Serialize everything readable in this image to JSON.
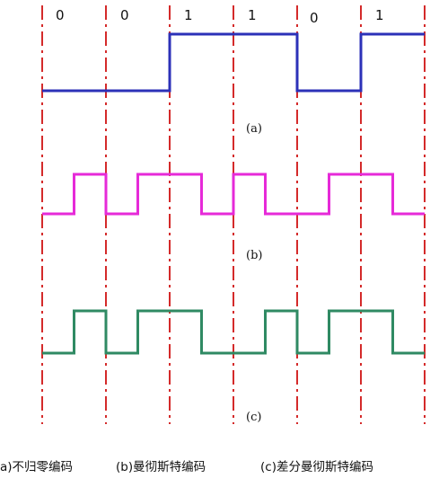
{
  "bits": [
    "0",
    "0",
    "1",
    "1",
    "0",
    "1"
  ],
  "panels": [
    {
      "id": "a",
      "label": "(a)",
      "color": "#2c31b8",
      "encoding": "nrz"
    },
    {
      "id": "b",
      "label": "(b)",
      "color": "#e62ad8",
      "encoding": "manchester"
    },
    {
      "id": "c",
      "label": "(c)",
      "color": "#2f8a63",
      "encoding": "differential-manchester"
    }
  ],
  "captions": [
    "a)不归零编码",
    "(b)曼彻斯特编码",
    "(c)差分曼彻斯特编码"
  ],
  "colors": {
    "divider": "#d42a2a",
    "background": "#ffffff"
  },
  "levels": {
    "a": [
      0,
      0,
      1,
      1,
      0,
      1
    ],
    "b": [
      [
        0,
        1
      ],
      [
        0,
        1
      ],
      [
        1,
        0
      ],
      [
        1,
        0
      ],
      [
        0,
        1
      ],
      [
        1,
        0
      ]
    ],
    "c": [
      [
        0,
        1
      ],
      [
        0,
        1
      ],
      [
        1,
        0
      ],
      [
        0,
        1
      ],
      [
        0,
        1
      ],
      [
        1,
        0
      ]
    ]
  }
}
